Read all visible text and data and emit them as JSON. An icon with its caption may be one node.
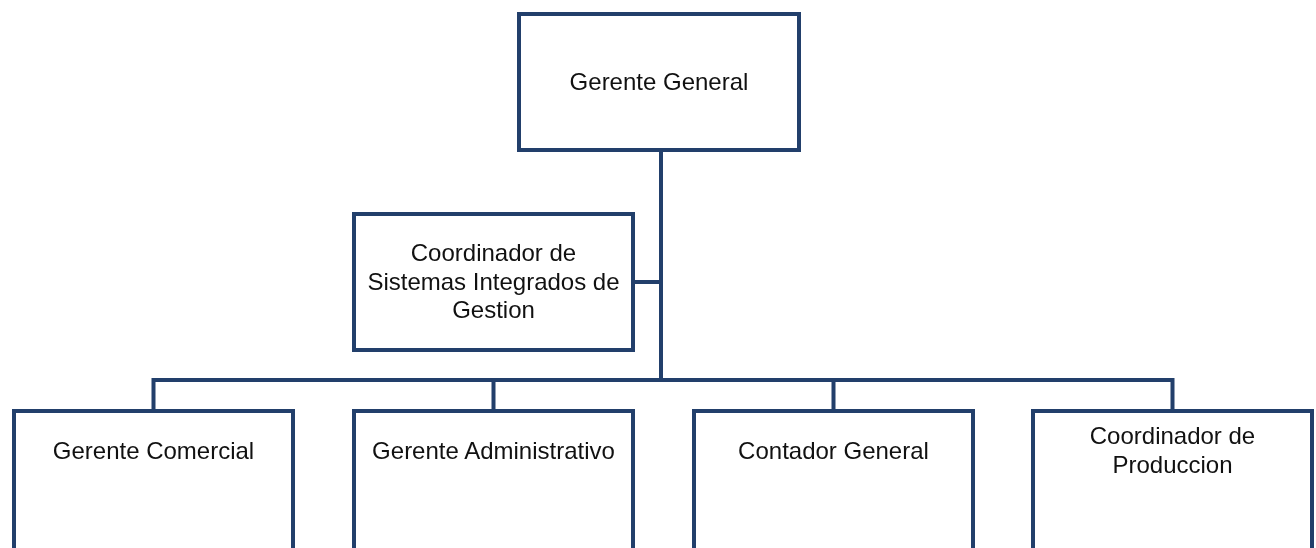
{
  "diagram": {
    "nodes": [
      {
        "text": [
          "Gerente General"
        ]
      },
      {
        "text": [
          "Coordinador de Sistemas Integrados de Gestion"
        ]
      },
      {
        "text": [
          "Gerente Comercial"
        ]
      },
      {
        "text": [
          "Gerente Administrativo"
        ]
      },
      {
        "text": [
          "Contador General"
        ]
      },
      {
        "text": [
          "Coordinador de Produccion"
        ]
      }
    ],
    "edges": [
      {
        "from": 0,
        "to": 1,
        "arrow": "none"
      },
      {
        "from": 0,
        "to": 2,
        "arrow": "none"
      },
      {
        "from": 0,
        "to": 3,
        "arrow": "none"
      },
      {
        "from": 0,
        "to": 4,
        "arrow": "none"
      },
      {
        "from": 0,
        "to": 5,
        "arrow": "none"
      }
    ]
  }
}
